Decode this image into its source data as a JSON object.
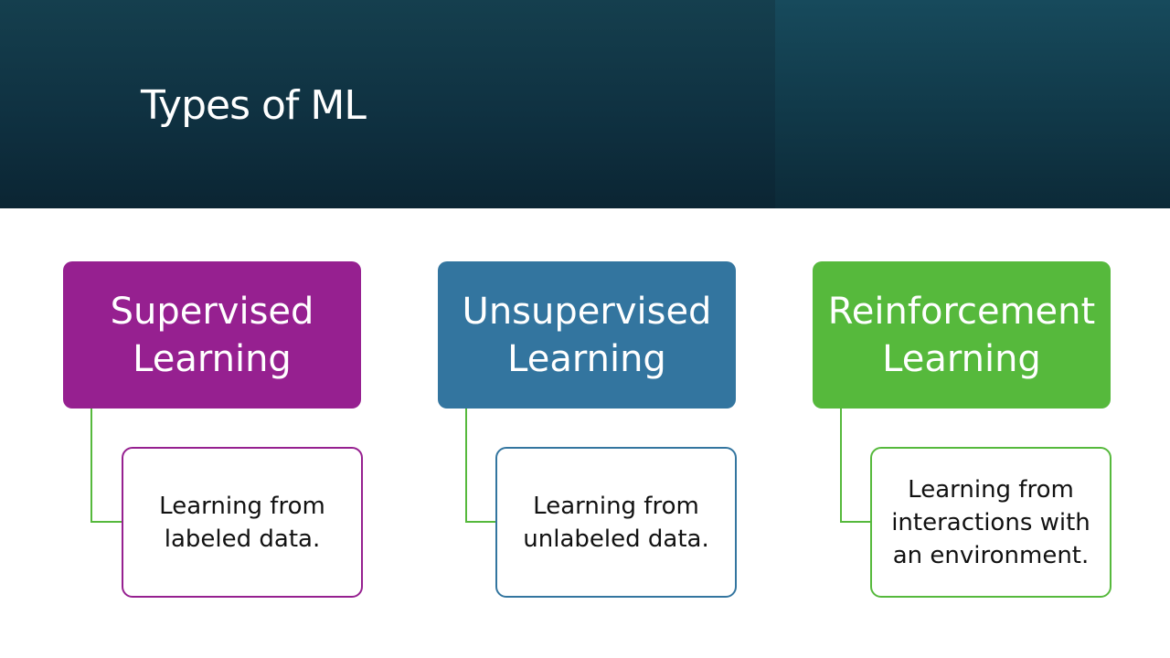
{
  "slide": {
    "title": "Types of ML"
  },
  "cards": [
    {
      "heading_line1": "Supervised",
      "heading_line2": "Learning",
      "description": "Learning from labeled data.",
      "color": "#962090"
    },
    {
      "heading_line1": "Unsupervised",
      "heading_line2": "Learning",
      "description": "Learning from unlabeled data.",
      "color": "#33759f"
    },
    {
      "heading_line1": "Reinforcement",
      "heading_line2": "Learning",
      "description": "Learning from interactions with an environment.",
      "color": "#56b93c"
    }
  ],
  "colors": {
    "header_background": "#0f3141",
    "connector": "#56b93c"
  }
}
